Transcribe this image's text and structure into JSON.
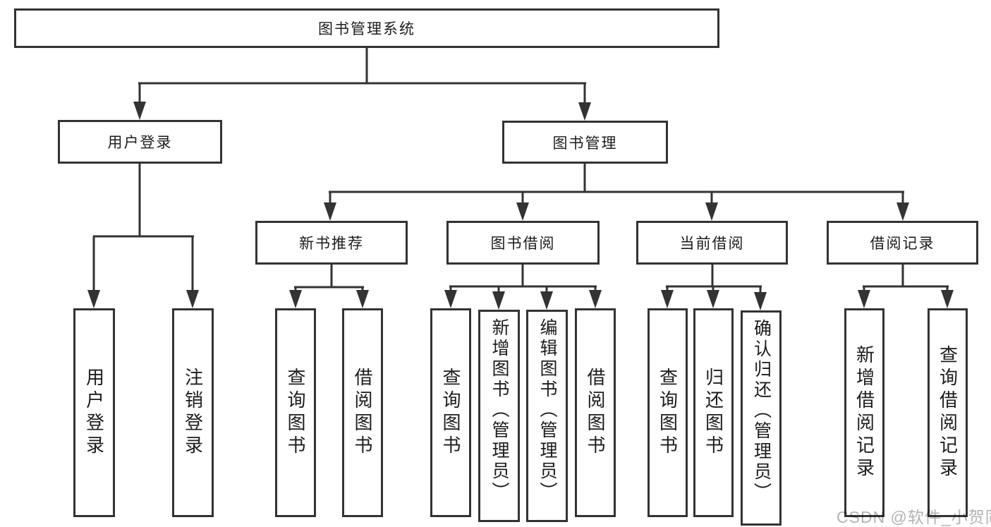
{
  "tree": {
    "root": {
      "label": "图书管理系统",
      "children": [
        {
          "label": "用户登录",
          "children": [
            {
              "label": "用户登录"
            },
            {
              "label": "注销登录"
            }
          ]
        },
        {
          "label": "图书管理",
          "children": [
            {
              "label": "新书推荐",
              "children": [
                {
                  "label": "查询图书"
                },
                {
                  "label": "借阅图书"
                }
              ]
            },
            {
              "label": "图书借阅",
              "children": [
                {
                  "label": "查询图书"
                },
                {
                  "label": "新增图书（管理员）"
                },
                {
                  "label": "编辑图书（管理员）"
                },
                {
                  "label": "借阅图书"
                }
              ]
            },
            {
              "label": "当前借阅",
              "children": [
                {
                  "label": "查询图书"
                },
                {
                  "label": "归还图书"
                },
                {
                  "label": "确认归还（管理员）"
                }
              ]
            },
            {
              "label": "借阅记录",
              "children": [
                {
                  "label": "新增借阅记录"
                },
                {
                  "label": "查询借阅记录"
                }
              ]
            }
          ]
        }
      ]
    }
  },
  "watermark": {
    "text": "CSDN @软件_小贺同学"
  },
  "colors": {
    "line": "#333333",
    "box_border": "#333333",
    "text": "#1c1c1c",
    "watermark": "#b3b3b3",
    "background": "#ffffff"
  }
}
